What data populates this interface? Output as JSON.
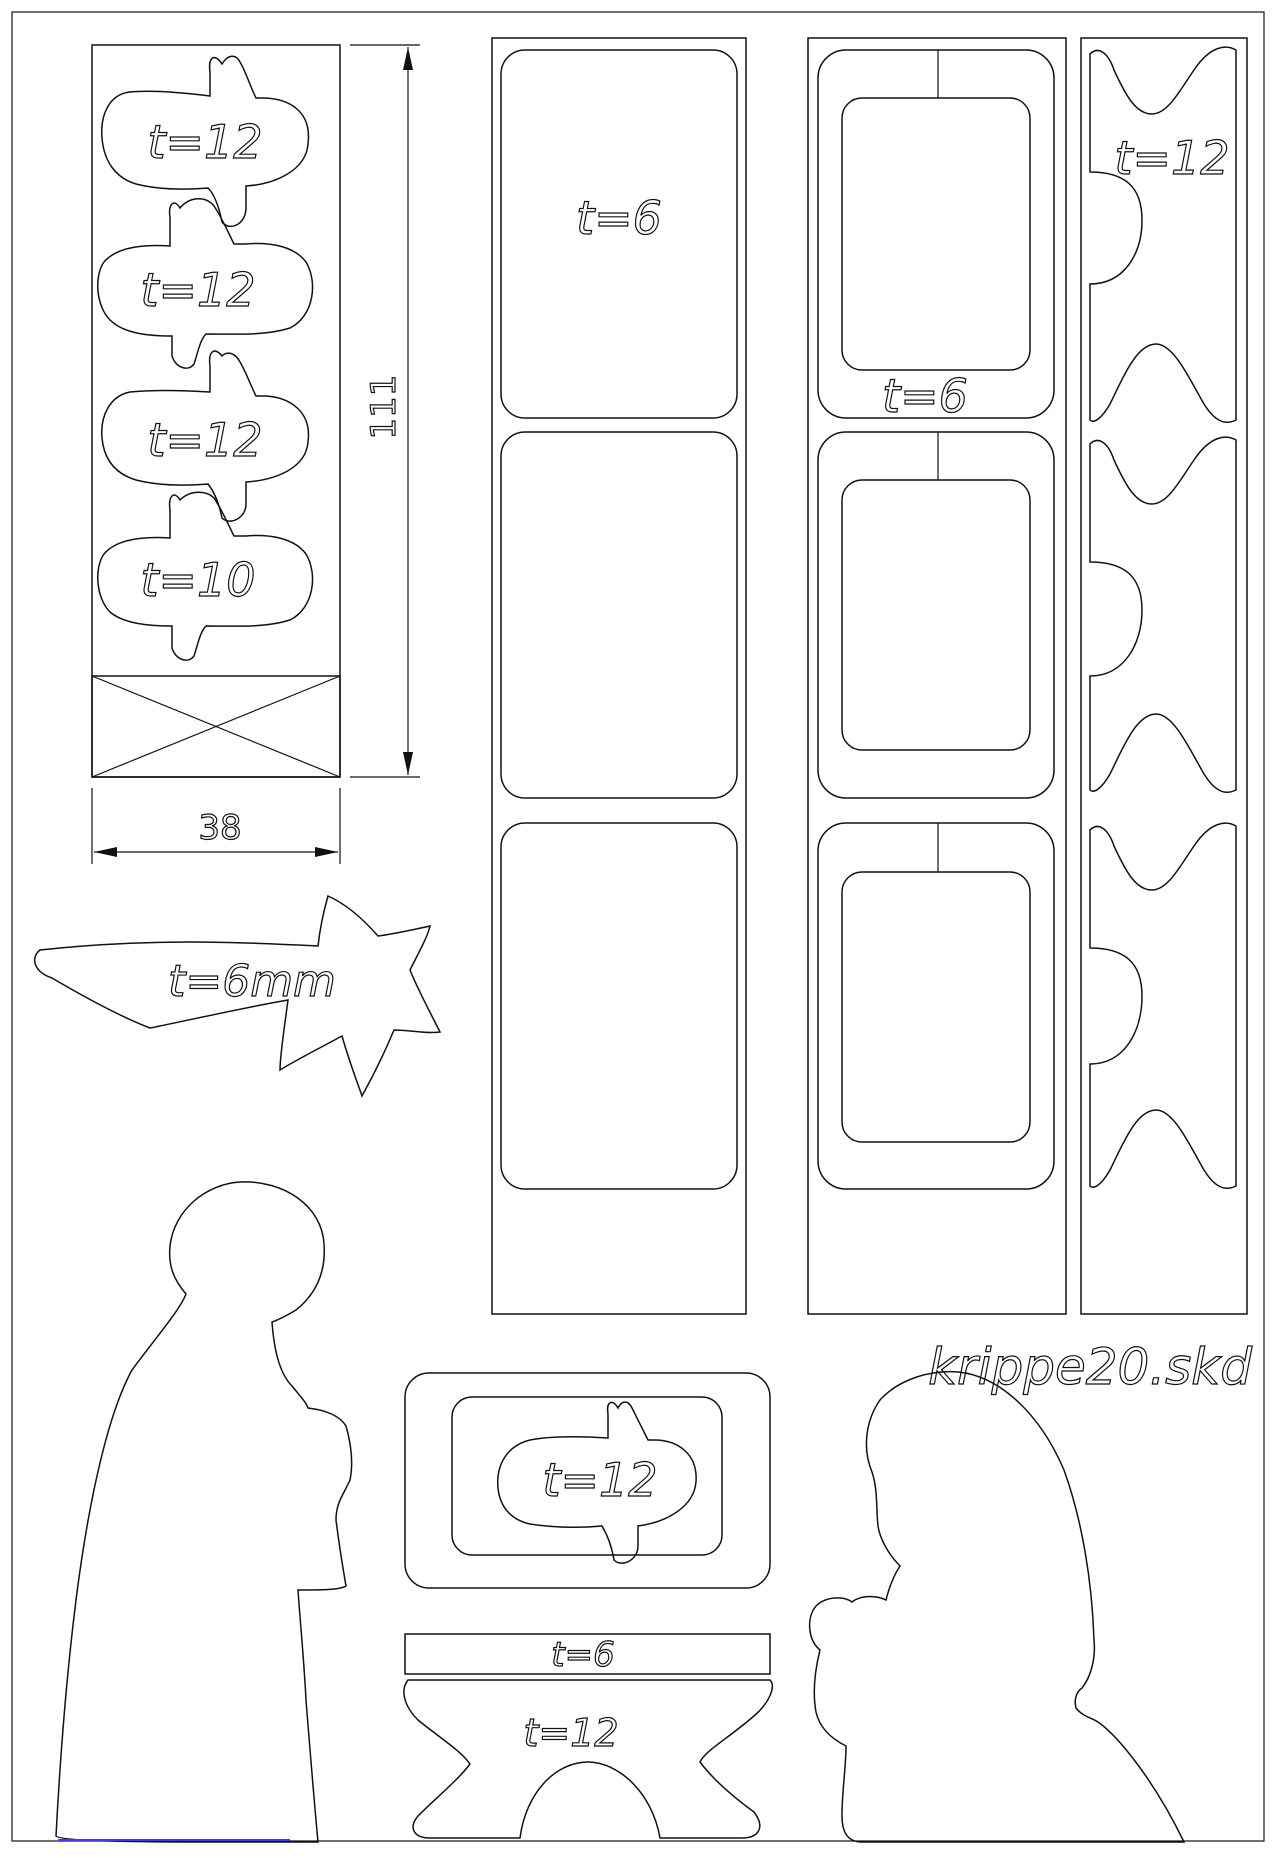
{
  "drawing": {
    "filename": "krippe20.skd",
    "colors": {
      "line": "#111111",
      "paper": "#ffffff",
      "accent": "#3a3af0"
    }
  },
  "panel_left": {
    "pieces": [
      "t=12",
      "t=12",
      "t=12",
      "t=10"
    ],
    "dim_width": "38",
    "dim_height": "111"
  },
  "star": {
    "label": "t=6mm"
  },
  "panel_middle": {
    "label": "t=6"
  },
  "panel_frames": {
    "label": "t=6"
  },
  "panel_arches": {
    "label": "t=12"
  },
  "manger": {
    "inner_label": "t=12",
    "board_label": "t=6",
    "base_label": "t=12"
  }
}
